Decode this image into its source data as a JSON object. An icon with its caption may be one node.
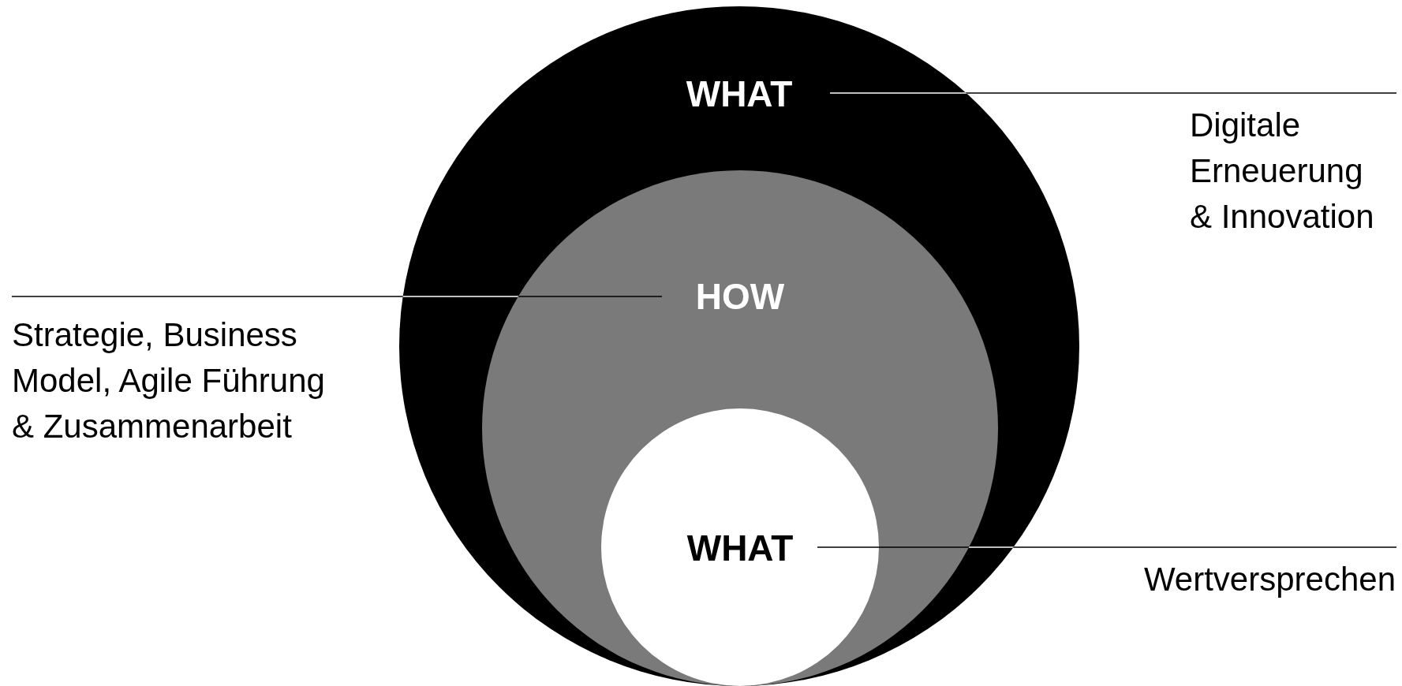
{
  "diagram": {
    "nodes": [
      {
        "text": [
          "WHAT"
        ]
      },
      {
        "text": [
          "HOW"
        ],
        "in": 0
      },
      {
        "text": [
          "WHAT"
        ],
        "in": 1
      },
      {
        "text": [
          "Digitale Erneuerung & Innovation"
        ]
      },
      {
        "text": [
          "Strategie, Business Model, Agile Führung & Zusammenarbeit"
        ]
      },
      {
        "text": [
          "Wertversprechen"
        ]
      }
    ],
    "edges": [
      {
        "from": 3,
        "to": 0,
        "arrow": "none"
      },
      {
        "from": 4,
        "to": 1,
        "arrow": "none"
      },
      {
        "from": 5,
        "to": 2,
        "arrow": "none"
      }
    ]
  }
}
